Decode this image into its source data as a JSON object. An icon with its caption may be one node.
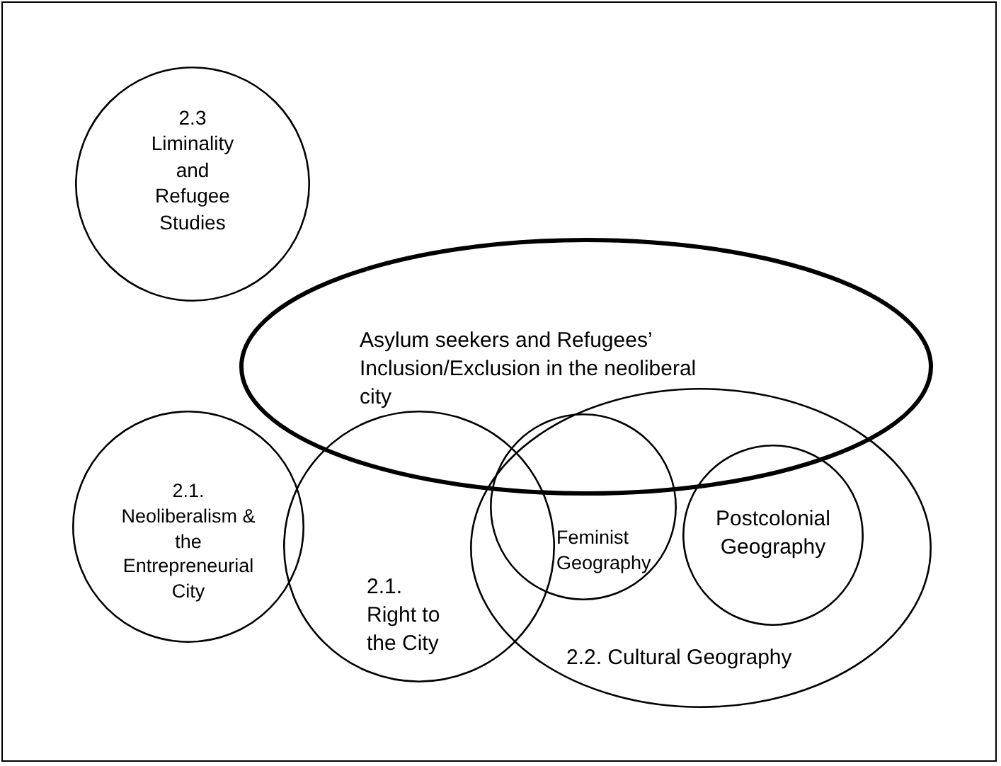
{
  "diagram": {
    "nodes": [
      {
        "text": [
          "2.3 Liminality and Refugee Studies"
        ]
      },
      {
        "text": [
          "Asylum seekers and Refugees’ Inclusion/Exclusion in the neoliberal city"
        ]
      },
      {
        "text": [
          "2.1. Neoliberalism & the Entrepreneurial City"
        ]
      },
      {
        "text": [
          "2.1. Right to the City"
        ]
      },
      {
        "text": [
          "2.2. Cultural Geography"
        ]
      },
      {
        "text": [
          "Feminist Geography"
        ],
        "in": 4
      },
      {
        "text": [
          "Postcolonial Geography"
        ],
        "in": 4
      }
    ]
  }
}
